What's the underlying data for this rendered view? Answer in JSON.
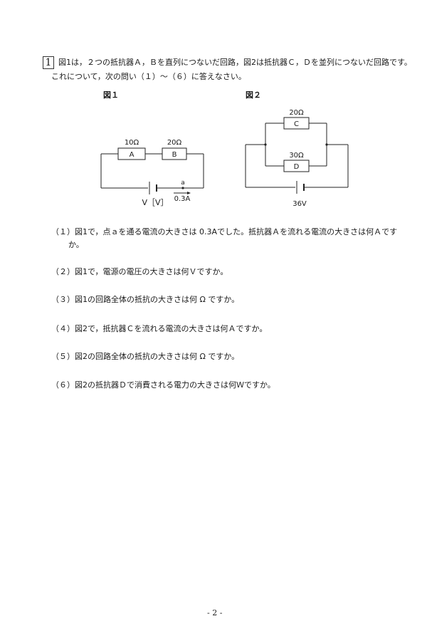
{
  "problem": {
    "number": "1",
    "intro_line1": "図1は，２つの抵抗器Ａ，Ｂを直列につないだ回路，図2は抵抗器Ｃ，Ｄを並列につないだ回路です。",
    "intro_line2": "これについて，次の問い（１）～（６）に答えなさい。"
  },
  "figure1": {
    "label": "図１",
    "resistor_a_value": "10Ω",
    "resistor_a_name": "A",
    "resistor_b_value": "20Ω",
    "resistor_b_name": "B",
    "point_label": "a",
    "current_label": "0.3A",
    "voltage_label": "V［V］"
  },
  "figure2": {
    "label": "図２",
    "resistor_c_value": "20Ω",
    "resistor_c_name": "C",
    "resistor_d_value": "30Ω",
    "resistor_d_name": "D",
    "voltage_label": "36V"
  },
  "questions": [
    {
      "line1": "（１）図1で，点ａを通る電流の大きさは 0.3Aでした。抵抗器Ａを流れる電流の大きさは何Ａです",
      "line2": "か。"
    },
    {
      "line1": "（２）図1で，電源の電圧の大きさは何Ｖですか。"
    },
    {
      "line1": "（３）図1の回路全体の抵抗の大きさは何 Ω ですか。"
    },
    {
      "line1": "（４）図2で，抵抗器Ｃを流れる電流の大きさは何Ａですか。"
    },
    {
      "line1": "（５）図2の回路全体の抵抗の大きさは何 Ω ですか。"
    },
    {
      "line1": "（６）図2の抵抗器Ｄで消費される電力の大きさは何Ｗですか。"
    }
  ],
  "page_number": "- 2 -"
}
